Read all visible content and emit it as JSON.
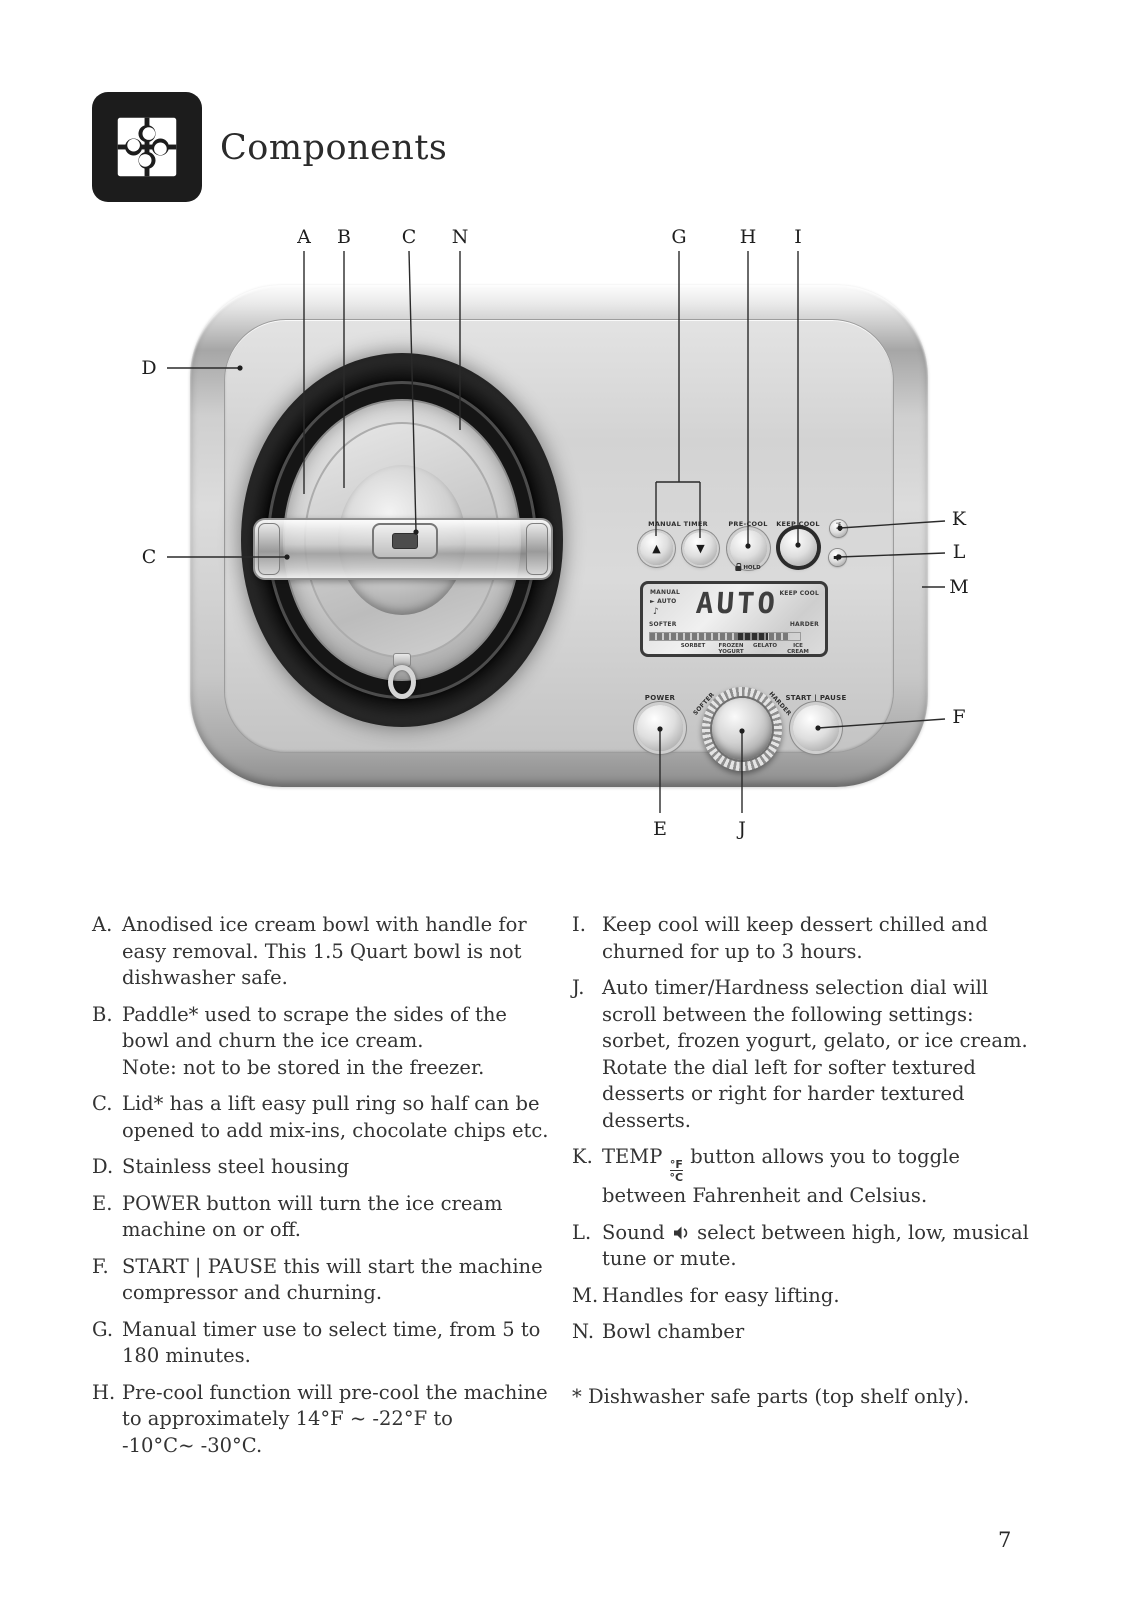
{
  "colors": {
    "background": "#ffffff",
    "text": "#333333",
    "icon_bg": "#1c1c1c"
  },
  "header": {
    "icon": "puzzle-icon",
    "title": "Components"
  },
  "diagram": {
    "callouts": [
      "A",
      "B",
      "C",
      "N",
      "G",
      "H",
      "I",
      "D",
      "C",
      "K",
      "L",
      "M",
      "F",
      "E",
      "J"
    ],
    "panel": {
      "manual_timer_label": "MANUAL TIMER",
      "up_glyph": "▲",
      "down_glyph": "▼",
      "precool_label": "PRE-COOL",
      "keepcool_label": "KEEP COOL",
      "hold_label": "HOLD",
      "temp_top": "°F",
      "temp_bottom": "°C",
      "power_label": "POWER",
      "start_pause_label": "START | PAUSE",
      "dial_softer": "SOFTER",
      "dial_harder": "HARDER"
    },
    "display": {
      "manual": "MANUAL",
      "auto_line": "► AUTO",
      "music_note": "♪",
      "keep_cool": "KEEP COOL",
      "main_value": "AUTO",
      "softer": "SOFTER",
      "harder": "HARDER",
      "scale_labels": [
        "SORBET",
        "FROZEN\nYOGURT",
        "GELATO",
        "ICE CREAM"
      ]
    }
  },
  "legend": {
    "left": [
      {
        "letter": "A.",
        "text": "Anodised ice cream bowl with handle for\neasy removal. This 1.5 Quart bowl is not\ndishwasher safe."
      },
      {
        "letter": "B.",
        "text": "Paddle* used to scrape the sides of the\nbowl and churn the ice cream.\nNote: not to be stored in the freezer."
      },
      {
        "letter": "C.",
        "text": "Lid* has a lift easy pull ring so half can be\nopened to add mix-ins, chocolate chips etc."
      },
      {
        "letter": "D.",
        "text": "Stainless steel housing"
      },
      {
        "letter": "E.",
        "text": "POWER button will turn the ice cream\nmachine on or off."
      },
      {
        "letter": "F.",
        "text": "START | PAUSE this will start the machine\ncompressor and churning."
      },
      {
        "letter": "G.",
        "text": "Manual timer use to select time, from 5 to\n180 minutes."
      },
      {
        "letter": "H.",
        "text": "Pre-cool function will pre-cool the machine\nto approximately 14°F ~ -22°F to\n-10°C~ -30°C."
      }
    ],
    "right": [
      {
        "letter": "I.",
        "text": "Keep cool will keep dessert chilled and\nchurned for up to 3 hours."
      },
      {
        "letter": "J.",
        "text": "Auto timer/Hardness selection dial will\nscroll between the following settings:\nsorbet, frozen yogurt, gelato, or ice cream.\nRotate the dial left for softer textured\ndesserts or right for harder textured\ndesserts."
      },
      {
        "letter": "K.",
        "pre": "TEMP ",
        "icon": "temp-f-c-icon",
        "icon_top": "°F",
        "icon_bottom": "°C",
        "post": " button allows you to toggle\nbetween Fahrenheit and Celsius."
      },
      {
        "letter": "L.",
        "pre": "Sound ",
        "icon": "speaker-icon",
        "post": " select between high, low, musical\ntune or mute."
      },
      {
        "letter": "M.",
        "text": "Handles for easy lifting."
      },
      {
        "letter": "N.",
        "text": "Bowl chamber"
      }
    ]
  },
  "footnote": "* Dishwasher safe parts (top shelf only).",
  "page_number": "7"
}
